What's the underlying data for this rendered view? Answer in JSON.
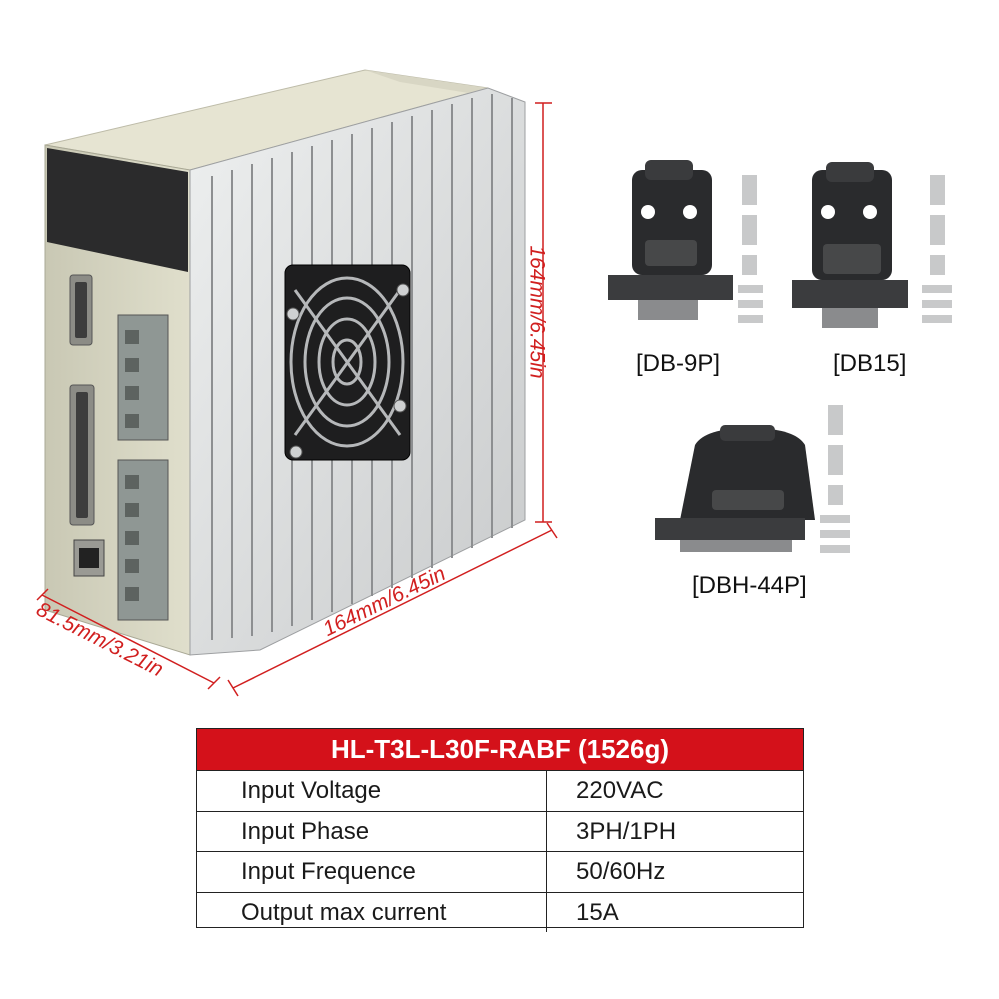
{
  "dimensions": {
    "height": "164mm/6.45in",
    "length": "164mm/6.45in",
    "width": "81.5mm/3.21in"
  },
  "connectors": [
    {
      "label": "[DB-9P]"
    },
    {
      "label": "[DB15]"
    },
    {
      "label": "[DBH-44P]"
    }
  ],
  "spec_table": {
    "title": "HL-T3L-L30F-RABF (1526g)",
    "rows": [
      {
        "key": "Input Voltage",
        "value": "220VAC"
      },
      {
        "key": "Input Phase",
        "value": "3PH/1PH"
      },
      {
        "key": "Input Frequence",
        "value": "50/60Hz"
      },
      {
        "key": "Output max current",
        "value": "15A"
      }
    ]
  },
  "colors": {
    "accent_red": "#d4111a",
    "dimension_red": "#d11f1f"
  }
}
